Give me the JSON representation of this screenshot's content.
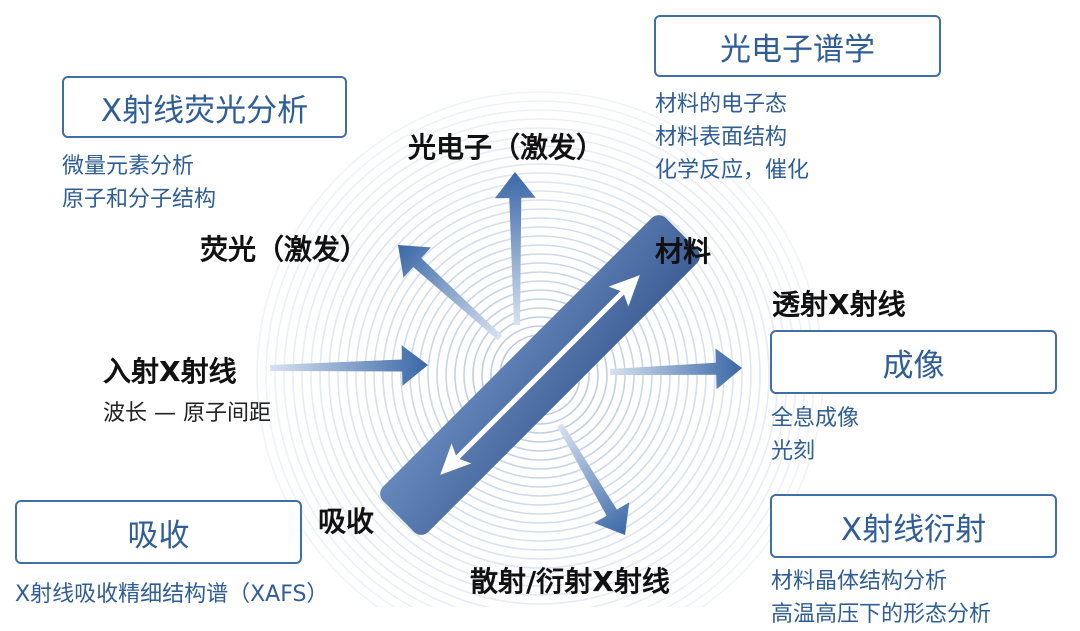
{
  "colors": {
    "primary_blue": "#2f5d96",
    "box_border": "#3f6fa6",
    "sample_bar": "#4a6fa6",
    "ring": "#bfd0e6",
    "label_text": "#111111"
  },
  "boxes": {
    "xrf": "X射线荧光分析",
    "pes": "光电子谱学",
    "imaging": "成像",
    "absorption": "吸收",
    "xrd": "X射线衍射"
  },
  "descriptions": {
    "xrf": [
      "微量元素分析",
      "原子和分子结构"
    ],
    "pes": [
      "材料的电子态",
      "材料表面结构",
      "化学反应，催化"
    ],
    "imaging": [
      "全息成像",
      "光刻"
    ],
    "absorption": "X射线吸收精细结构谱（XAFS）",
    "xrd": [
      "材料晶体结构分析",
      "高温高压下的形态分析"
    ]
  },
  "labels": {
    "photoelectron": "光电子（激发）",
    "fluorescence": "荧光（激发）",
    "material": "材料",
    "transmitted": "透射X射线",
    "incident": "入射X射线",
    "incident_sub": "波长 — 原子间距",
    "absorb": "吸收",
    "scattered": "散射/衍射X射线"
  }
}
